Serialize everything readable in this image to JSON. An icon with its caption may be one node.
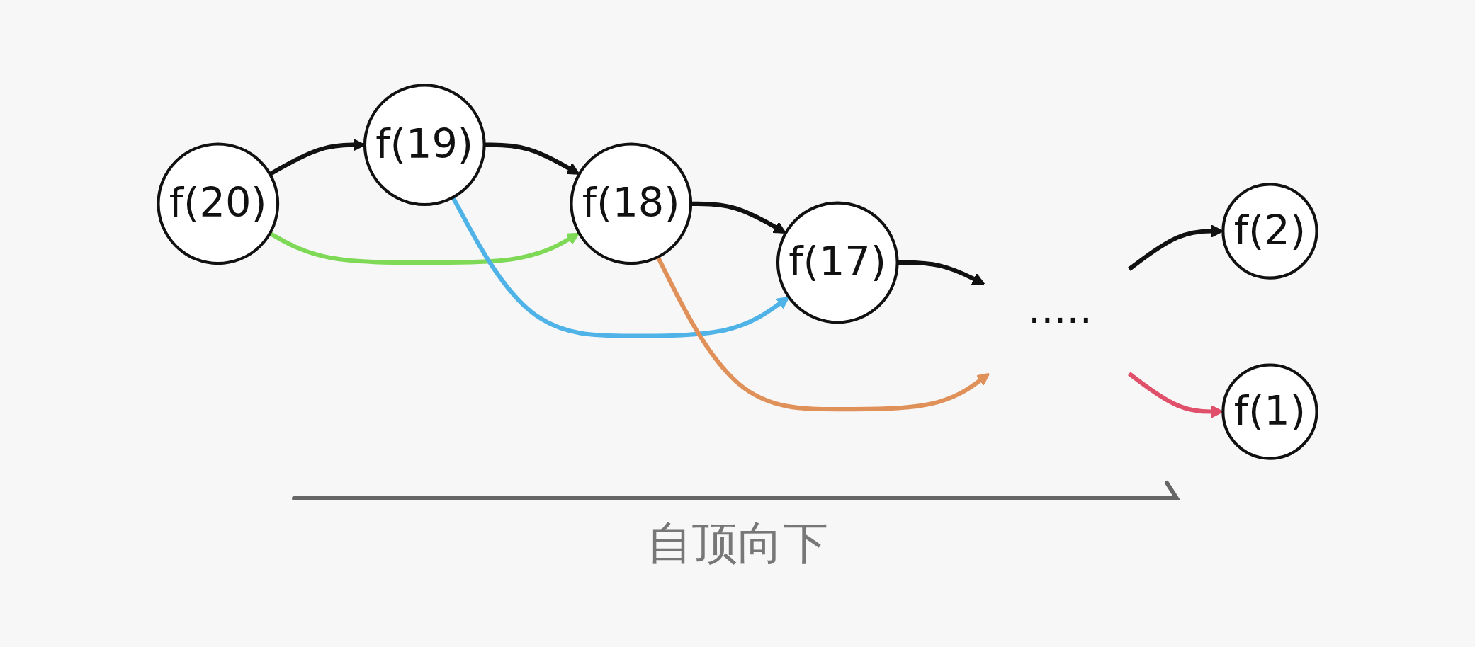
{
  "diagram": {
    "nodes": [
      {
        "text": [
          "f(20)"
        ]
      },
      {
        "text": [
          "f(19)"
        ]
      },
      {
        "text": [
          "f(18)"
        ]
      },
      {
        "text": [
          "f(17)"
        ]
      },
      {
        "text": [
          "·····"
        ]
      },
      {
        "text": [
          "f(2)"
        ]
      },
      {
        "text": [
          "f(1)"
        ]
      }
    ],
    "edges": [
      {
        "from": 0,
        "to": 1,
        "arrow": "to"
      },
      {
        "from": 1,
        "to": 2,
        "arrow": "to"
      },
      {
        "from": 2,
        "to": 3,
        "arrow": "to"
      },
      {
        "from": 3,
        "to": 4,
        "arrow": "to"
      },
      {
        "from": 4,
        "to": 5,
        "arrow": "to"
      },
      {
        "from": 0,
        "to": 2,
        "arrow": "to",
        "color": "#7ed957"
      },
      {
        "from": 1,
        "to": 3,
        "arrow": "to",
        "color": "#4fb3e8"
      },
      {
        "from": 2,
        "to": 4,
        "arrow": "to",
        "color": "#e0915a"
      },
      {
        "from": 4,
        "to": 6,
        "arrow": "to",
        "color": "#e0506a"
      }
    ],
    "labels": [
      "自顶向下"
    ]
  }
}
